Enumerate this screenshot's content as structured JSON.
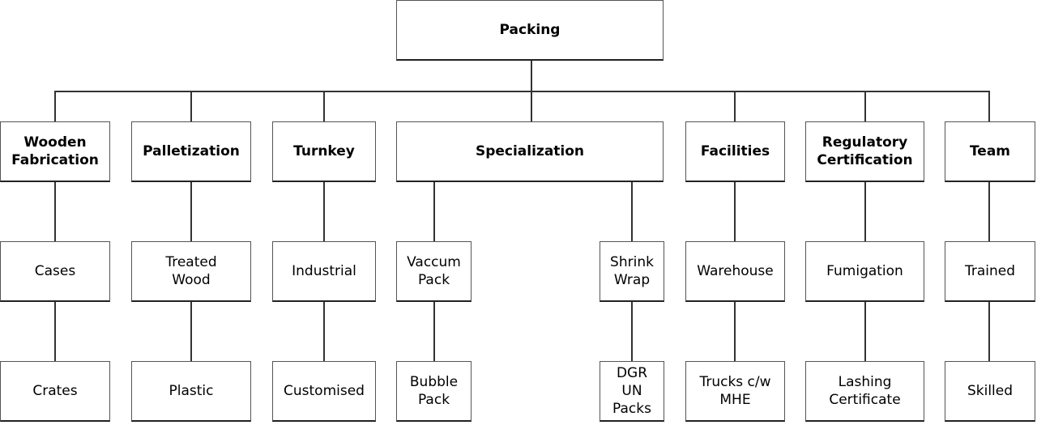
{
  "root": {
    "label": "Packing"
  },
  "categories": [
    {
      "label": "Wooden\nFabrication",
      "children": [
        "Cases",
        "Crates"
      ]
    },
    {
      "label": "Palletization",
      "children": [
        "Treated\nWood",
        "Plastic"
      ]
    },
    {
      "label": "Turnkey",
      "children": [
        "Industrial",
        "Customised"
      ]
    },
    {
      "label": "Specialization",
      "children": [
        "Vaccum\nPack",
        "Bubble\nPack",
        "Shrink\nWrap",
        "DGR\nUN\nPacks"
      ]
    },
    {
      "label": "Facilities",
      "children": [
        "Warehouse",
        "Trucks c/w\nMHE"
      ]
    },
    {
      "label": "Regulatory\nCertification",
      "children": [
        "Fumigation",
        "Lashing\nCertificate"
      ]
    },
    {
      "label": "Team",
      "children": [
        "Trained",
        "Skilled"
      ]
    }
  ]
}
